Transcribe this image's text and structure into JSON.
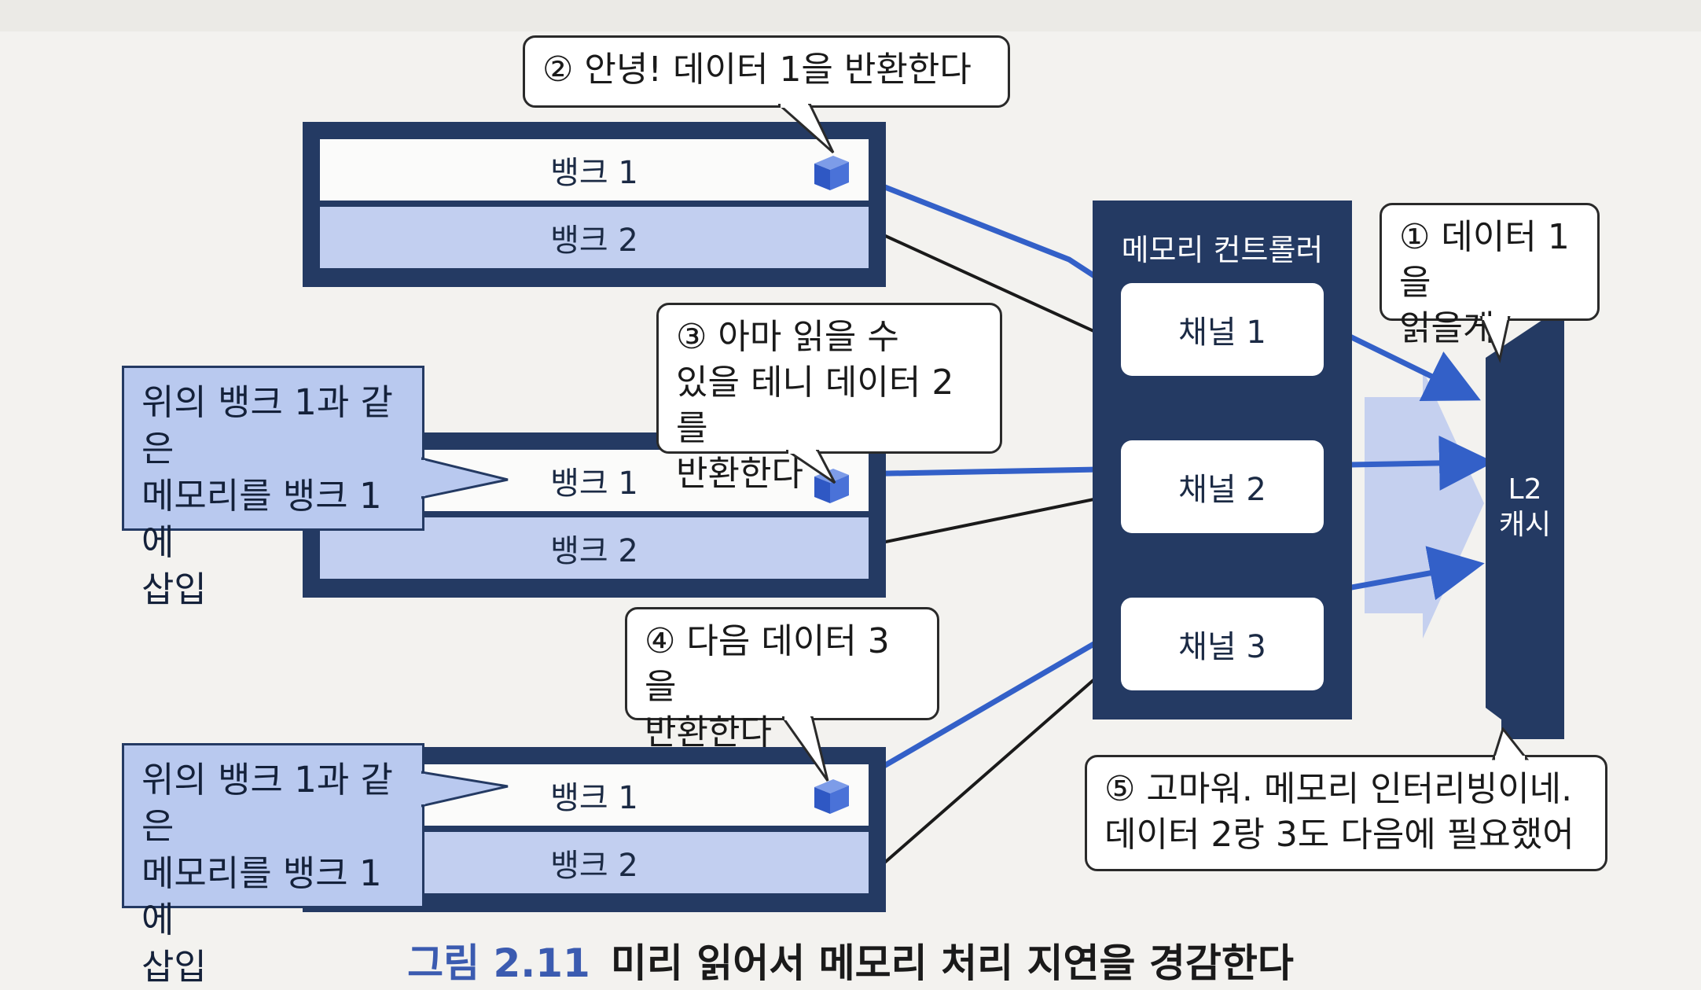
{
  "modules": [
    {
      "banks": [
        "뱅크 1",
        "뱅크 2"
      ]
    },
    {
      "banks": [
        "뱅크 1",
        "뱅크 2"
      ]
    },
    {
      "banks": [
        "뱅크 1",
        "뱅크 2"
      ]
    }
  ],
  "controller": {
    "title": "메모리 컨트롤러",
    "channels": [
      "채널 1",
      "채널 2",
      "채널 3"
    ]
  },
  "cache": {
    "label_line1": "L2",
    "label_line2": "캐시"
  },
  "callouts": {
    "c1": [
      "① 데이터 1을",
      "읽을게"
    ],
    "c2": [
      "② 안녕! 데이터 1을 반환한다"
    ],
    "c3": [
      "③ 아마 읽을 수",
      "있을 테니 데이터 2를",
      "반환한다"
    ],
    "c4": [
      "④ 다음 데이터 3을",
      "반환한다"
    ],
    "c5": [
      "⑤ 고마워. 메모리 인터리빙이네.",
      "데이터 2랑 3도 다음에 필요했어"
    ]
  },
  "notes": {
    "n1": [
      "위의 뱅크 1과 같은",
      "메모리를 뱅크 1에",
      "삽입"
    ],
    "n2": [
      "위의 뱅크 1과 같은",
      "메모리를 뱅크 1에",
      "삽입"
    ]
  },
  "caption": {
    "figure": "그림 2.11",
    "text": "미리 읽어서 메모리 처리 지연을 경감한다"
  },
  "colors": {
    "dark_navy": "#243a63",
    "light_blue": "#c2cff0",
    "arrow_blue": "#3360c8"
  }
}
